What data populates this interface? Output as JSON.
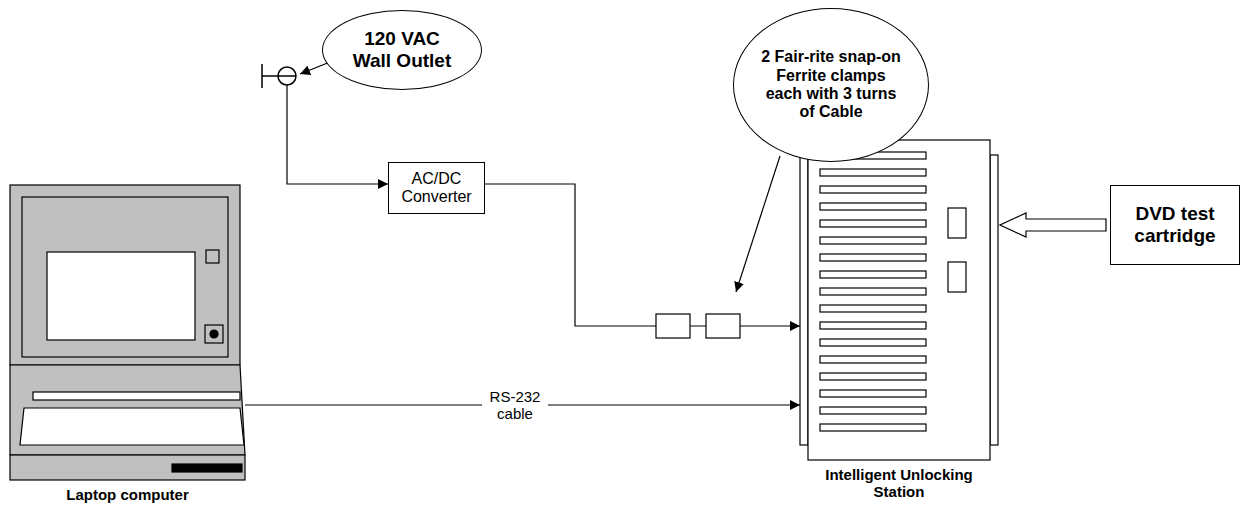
{
  "diagram": {
    "nodes": [
      {
        "text": [
          "120 VAC Wall Outlet"
        ]
      },
      {
        "text": [
          "2 Fair-rite snap-on Ferrite clamps each with 3 turns of Cable"
        ]
      },
      {
        "text": [
          "AC/DC Converter"
        ]
      },
      {
        "text": [
          "Laptop computer"
        ]
      },
      {
        "text": [
          "Intelligent Unlocking Station"
        ]
      },
      {
        "text": [
          "DVD test cartridge"
        ]
      }
    ],
    "edges": [
      {
        "from": 2,
        "to": 4,
        "arrow": "to"
      },
      {
        "from": 3,
        "to": 4,
        "label": "RS-232 cable",
        "arrow": "to"
      },
      {
        "from": 5,
        "to": 4,
        "arrow": "to"
      }
    ]
  }
}
